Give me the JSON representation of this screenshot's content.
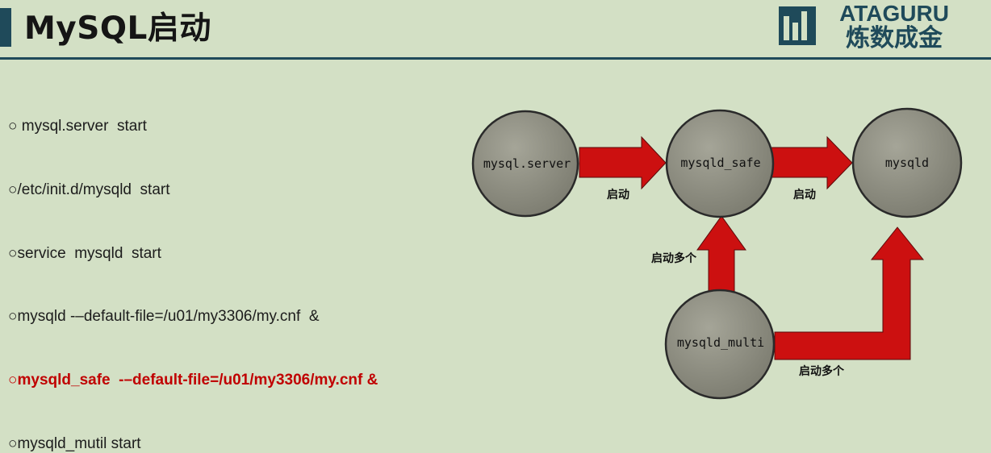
{
  "slide": {
    "title": "MySQL启动"
  },
  "logo": {
    "line1": "ATAGURU",
    "line2": "炼数成金"
  },
  "bullets": [
    {
      "marker": "○",
      "text": " mysql.server  start",
      "highlight": false
    },
    {
      "marker": "○",
      "text": "/etc/init.d/mysqld  start",
      "highlight": false
    },
    {
      "marker": "○",
      "text": "service  mysqld  start",
      "highlight": false
    },
    {
      "marker": "○",
      "text": "mysqld -–default-file=/u01/my3306/my.cnf  &",
      "highlight": false
    },
    {
      "marker": "○",
      "text": "mysqld_safe  -–default-file=/u01/my3306/my.cnf &",
      "highlight": true
    },
    {
      "marker": "○",
      "text": "mysqld_mutil start",
      "highlight": false
    }
  ],
  "diagram": {
    "nodes": {
      "server": "mysql.server",
      "safe": "mysqld_safe",
      "mysqld": "mysqld",
      "multi": "mysqld_multi"
    },
    "edge_labels": {
      "server_to_safe": "启动",
      "safe_to_mysqld": "启动",
      "multi_to_safe": "启动多个",
      "multi_to_mysqld": "启动多个"
    }
  },
  "colors": {
    "background": "#d3e0c5",
    "accent": "#1f4a5a",
    "highlight_text": "#c00000",
    "arrow": "#cc1010",
    "node_fill": "#8d8d80"
  }
}
